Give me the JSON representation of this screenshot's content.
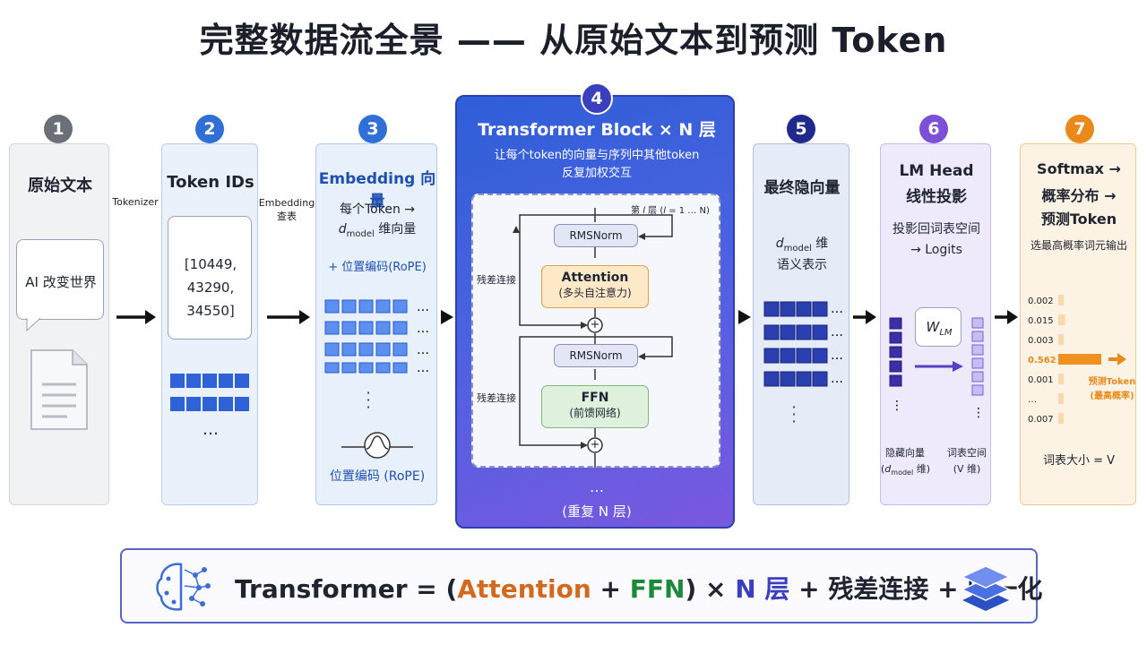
{
  "title": "完整数据流全景 —— 从原始文本到预测 Token",
  "steps": [
    {
      "num": "1",
      "title": "原始文本",
      "bubble": "AI 改变世界"
    },
    {
      "num": "2",
      "title": "Token IDs",
      "ids": [
        "[10449,",
        "43290,",
        "34550]"
      ],
      "ellipsis": "…"
    },
    {
      "num": "3",
      "title": "Embedding 向量",
      "line1": "每个Token →",
      "line2_d": "d",
      "line2_sub": "model",
      "line2_rest": " 维向量",
      "rope_add": "+ 位置编码(RoPE)",
      "rope_label": "位置编码 (RoPE)"
    },
    {
      "num": "4",
      "title": "Transformer Block × N 层",
      "subtitle1": "让每个token的向量与序列中其他token",
      "subtitle2": "反复加权交互",
      "layer_label_pre": "第 ",
      "layer_label_l": "l",
      "layer_label_post": " 层 (",
      "layer_label_l2": "l",
      "layer_label_end": " = 1 … N)",
      "rmsnorm": "RMSNorm",
      "attention": "Attention",
      "attention_sub": "(多头自注意力)",
      "ffn": "FFN",
      "ffn_sub": "(前馈网络)",
      "residual": "残差连接",
      "repeat": "(重复 N 层)",
      "plus": "+",
      "dots": "…"
    },
    {
      "num": "5",
      "title": "最终隐向量",
      "line1_d": "d",
      "line1_sub": "model",
      "line1_rest": " 维",
      "line2": "语义表示"
    },
    {
      "num": "6",
      "title1": "LM Head",
      "title2": "线性投影",
      "line1": "投影回词表空间",
      "line2": "→ Logits",
      "w": "W",
      "w_sub": "LM",
      "hidden_label1": "隐藏向量",
      "hidden_label2_d": "d",
      "hidden_label2_sub": "model",
      "hidden_label2_rest": " 维)",
      "hidden_label2_open": "(",
      "vocab_label1": "词表空间",
      "vocab_label2": "(V 维)"
    },
    {
      "num": "7",
      "title1": "Softmax →",
      "title2": "概率分布 →",
      "title3": "预测Token",
      "line1": "选最高概率词元输出",
      "probs": [
        {
          "label": "0.002",
          "value": 0.002
        },
        {
          "label": "0.015",
          "value": 0.015
        },
        {
          "label": "0.003",
          "value": 0.003
        },
        {
          "label": "0.562",
          "value": 0.562
        },
        {
          "label": "0.001",
          "value": 0.001
        },
        {
          "label": "…",
          "value": 0.001
        },
        {
          "label": "0.007",
          "value": 0.007
        }
      ],
      "pred1": "预测Token",
      "pred2": "(最高概率)",
      "vocab_size": "词表大小 = V"
    }
  ],
  "arrows": {
    "tokenizer": "Tokenizer",
    "embedding1": "Embedding",
    "embedding2": "查表"
  },
  "formula": {
    "prefix": "Transformer = (",
    "attention": "Attention",
    "plus1": " + ",
    "ffn": "FFN",
    "close": ") × ",
    "n": "N 层",
    "rest": " + 残差连接 + 归一化"
  },
  "colors": {
    "grey": "#6b6f78",
    "blue": "#2f6fd6",
    "indigo": "#3a3fbf",
    "navy": "#1f2a8a",
    "purple": "#7b4fd6",
    "orange": "#e8891a",
    "green": "#1c8a3a",
    "attention_orange": "#d2691e"
  }
}
